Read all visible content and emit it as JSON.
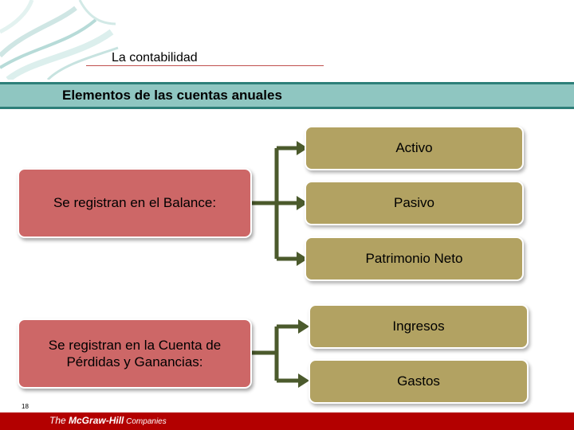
{
  "header": {
    "title": "La contabilidad"
  },
  "section": {
    "title": "Elementos de las cuentas anuales"
  },
  "balance_group": {
    "source_label": "Se registran en el Balance:",
    "items": [
      "Activo",
      "Pasivo",
      "Patrimonio Neto"
    ]
  },
  "results_group": {
    "source_label": "Se registran en la Cuenta de Pérdidas y Ganancias:",
    "items": [
      "Ingresos",
      "Gastos"
    ]
  },
  "footer": {
    "page_number": "18",
    "brand_pre": "The ",
    "brand_main": "McGraw-Hill",
    "brand_post": " Companies"
  },
  "colors": {
    "source_box": "#cd6767",
    "target_box": "#b2a262",
    "connector": "#4b5a2c",
    "band": "#8fc6c1",
    "footer": "#b30000"
  }
}
